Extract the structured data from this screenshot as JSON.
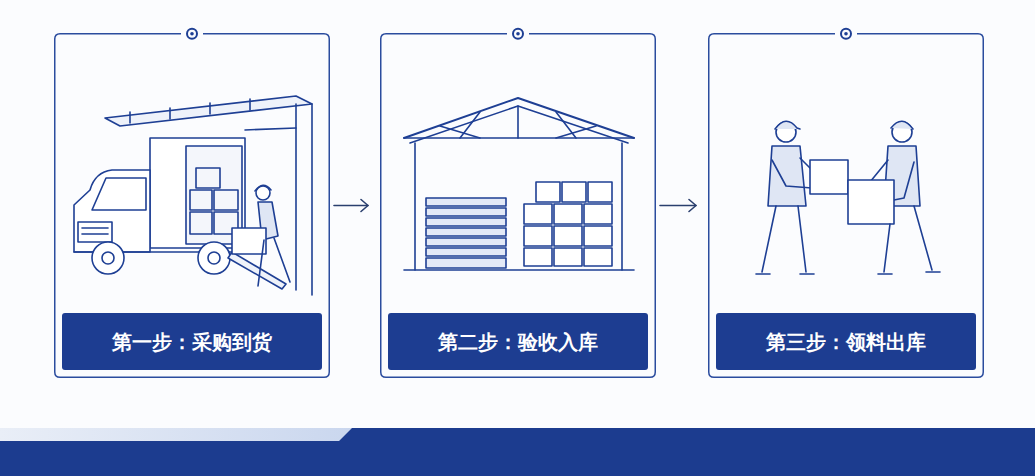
{
  "diagram": {
    "nodes": [
      {
        "text": [
          "第一步：采购到货"
        ]
      },
      {
        "text": [
          "第二步：验收入库"
        ]
      },
      {
        "text": [
          "第三步：领料出库"
        ]
      }
    ],
    "edges": [
      {
        "from": 0,
        "to": 1,
        "arrow": "to"
      },
      {
        "from": 1,
        "to": 2,
        "arrow": "to"
      }
    ]
  }
}
